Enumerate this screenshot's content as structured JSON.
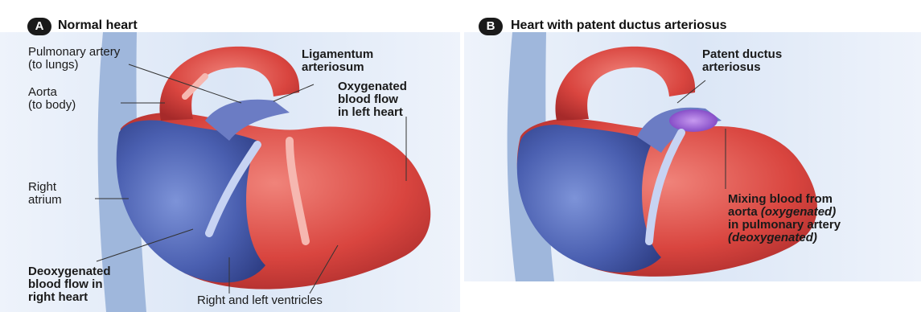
{
  "panel_a": {
    "badge": "A",
    "title": "Normal heart",
    "labels": {
      "pulmonary_artery": [
        "Pulmonary artery",
        "(to lungs)"
      ],
      "aorta": [
        "Aorta",
        "(to body)"
      ],
      "ligamentum": [
        "Ligamentum",
        "arteriosum"
      ],
      "oxygenated": [
        "Oxygenated",
        "blood flow",
        "in left heart"
      ],
      "right_atrium": [
        "Right",
        "atrium"
      ],
      "deoxygenated": [
        "Deoxygenated",
        "blood flow in",
        "right heart"
      ],
      "ventricles": "Right and left ventricles"
    }
  },
  "panel_b": {
    "badge": "B",
    "title": "Heart with patent ductus arteriosus",
    "labels": {
      "patent": [
        "Patent ductus",
        "arteriosus"
      ],
      "mixing_1": "Mixing blood from",
      "mixing_2_a": "aorta ",
      "mixing_2_b": "(oxygenated)",
      "mixing_3": "in pulmonary artery",
      "mixing_4": "(deoxygenated)"
    }
  },
  "colors": {
    "oxygenated": "#d9453f",
    "deoxygenated": "#4a5fb0",
    "mixed": "#8a4fc9",
    "background_vein": "#9fb7dc"
  }
}
